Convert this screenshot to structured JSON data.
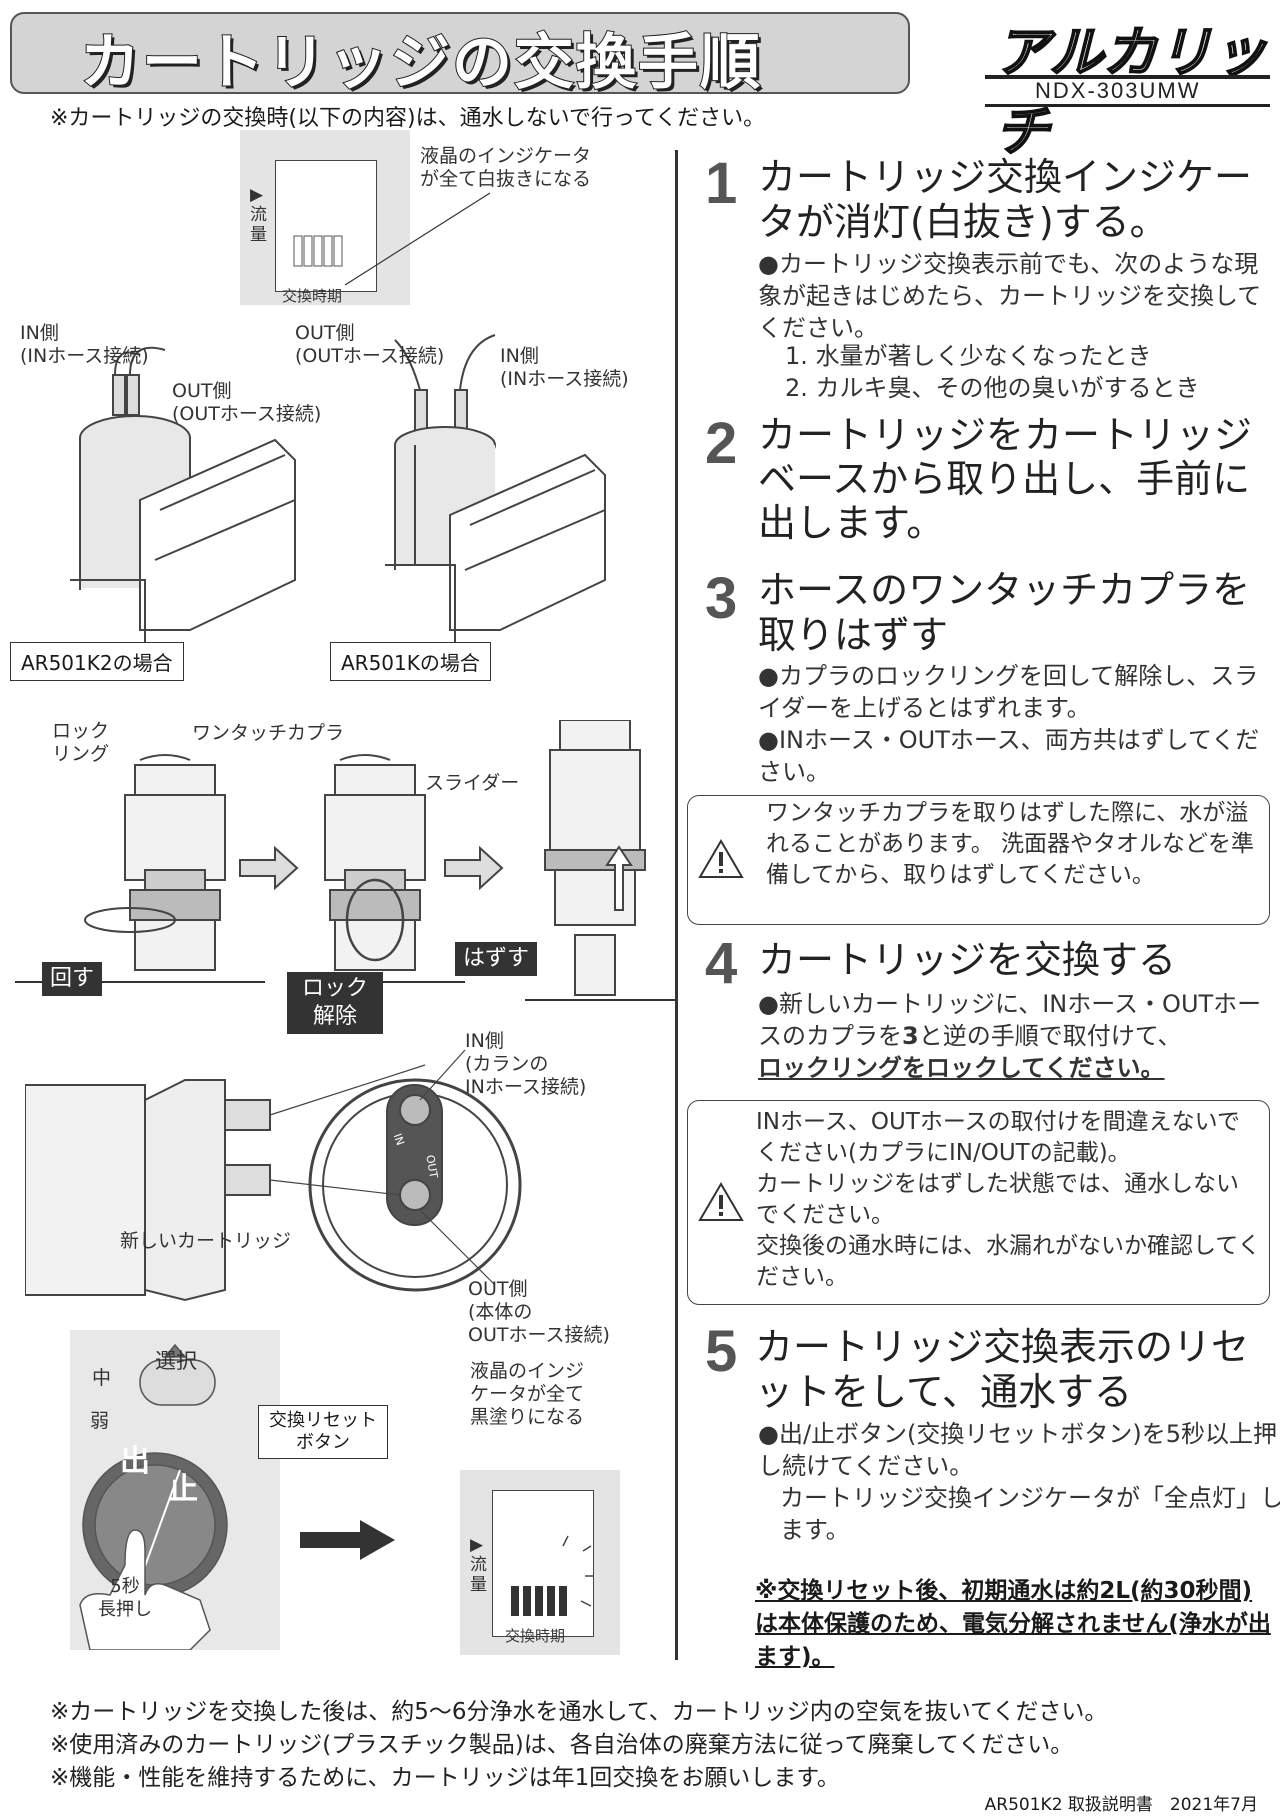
{
  "header": {
    "title": "カートリッジの交換手順",
    "brand": "アルカリッチ",
    "model": "NDX-303UMW",
    "subnote": "※カートリッジの交換時(以下の内容)は、通水しないで行ってください。"
  },
  "illustrations": {
    "lcd_top": {
      "note": "液晶のインジケータ\nが全て白抜きになる",
      "flow": "▶\n流\n量",
      "caption": "交換時期"
    },
    "cart_left": {
      "in_label": "IN側\n(INホース接続)",
      "out_label": "OUT側\n(OUTホース接続)",
      "caption": "AR501K2の場合"
    },
    "cart_right": {
      "out_label": "OUT側\n(OUTホース接続)",
      "in_label": "IN側\n(INホース接続)",
      "caption": "AR501Kの場合"
    },
    "coupler": {
      "lock_ring": "ロック\nリング",
      "one_touch": "ワンタッチカプラ",
      "slider": "スライダー",
      "turn": "回す",
      "unlock": "ロック\n解除",
      "remove": "はずす"
    },
    "new_cart": {
      "in_label": "IN側\n(カランの\nINホース接続)",
      "label": "新しいカートリッジ",
      "out_label": "OUT側\n(本体の\nOUTホース接続)",
      "in_mark": "IN",
      "out_mark": "OUT"
    },
    "reset": {
      "select": "選択",
      "mid": "中",
      "weak": "弱",
      "out": "出",
      "stop": "止",
      "button_label": "交換リセット\nボタン",
      "hold": "5秒\n長押し",
      "lcd_note": "液晶のインジ\nケータが全て\n黒塗りになる",
      "flow": "▶\n流\n量",
      "caption": "交換時期"
    }
  },
  "steps": [
    {
      "num": "1",
      "title": "カートリッジ交換インジケータが消灯(白抜き)する。",
      "body": "●カートリッジ交換表示前でも、次のような現象が起きはじめたら、カートリッジを交換してください。",
      "items": [
        "1. 水量が著しく少なくなったとき",
        "2. カルキ臭、その他の臭いがするとき"
      ]
    },
    {
      "num": "2",
      "title": "カートリッジをカートリッジベースから取り出し、手前に出します。"
    },
    {
      "num": "3",
      "title": "ホースのワンタッチカプラを取りはずす",
      "body1": "●カプラのロックリングを回して解除し、スライダーを上げるとはずれます。",
      "body2": "●INホース・OUTホース、両方共はずしてください。"
    },
    {
      "num": "4",
      "title": "カートリッジを交換する",
      "body_pre": "●新しいカートリッジに、INホース・OUTホースのカプラを",
      "body_num": "3",
      "body_post": "と逆の手順で取付けて、",
      "body_bold": "ロックリングをロックしてください。"
    },
    {
      "num": "5",
      "title": "カートリッジ交換表示のリセットをして、通水する",
      "body1": "●出/止ボタン(交換リセットボタン)を5秒以上押し続けてください。",
      "body2": "カートリッジ交換インジケータが「全点灯」します。"
    }
  ],
  "warnings": [
    {
      "text": "ワンタッチカプラを取りはずした際に、水が溢れることがあります。\n洗面器やタオルなどを準備してから、取りはずしてください。"
    },
    {
      "text": "INホース、OUTホースの取付けを間違えないでください(カプラにIN/OUTの記載)。\nカートリッジをはずした状態では、通水しないでください。\n交換後の通水時には、水漏れがないか確認してください。"
    }
  ],
  "final_note": "※交換リセット後、初期通水は約2L(約30秒間)は本体保護のため、電気分解されません(浄水が出ます)。",
  "footer": {
    "notes": [
      "※カートリッジを交換した後は、約5～6分浄水を通水して、カートリッジ内の空気を抜いてください。",
      "※使用済みのカートリッジ(プラスチック製品)は、各自治体の廃棄方法に従って廃棄してください。",
      "※機能・性能を維持するために、カートリッジは年1回交換をお願いします。"
    ],
    "caption": "AR501K2 取扱説明書　2021年7月"
  }
}
